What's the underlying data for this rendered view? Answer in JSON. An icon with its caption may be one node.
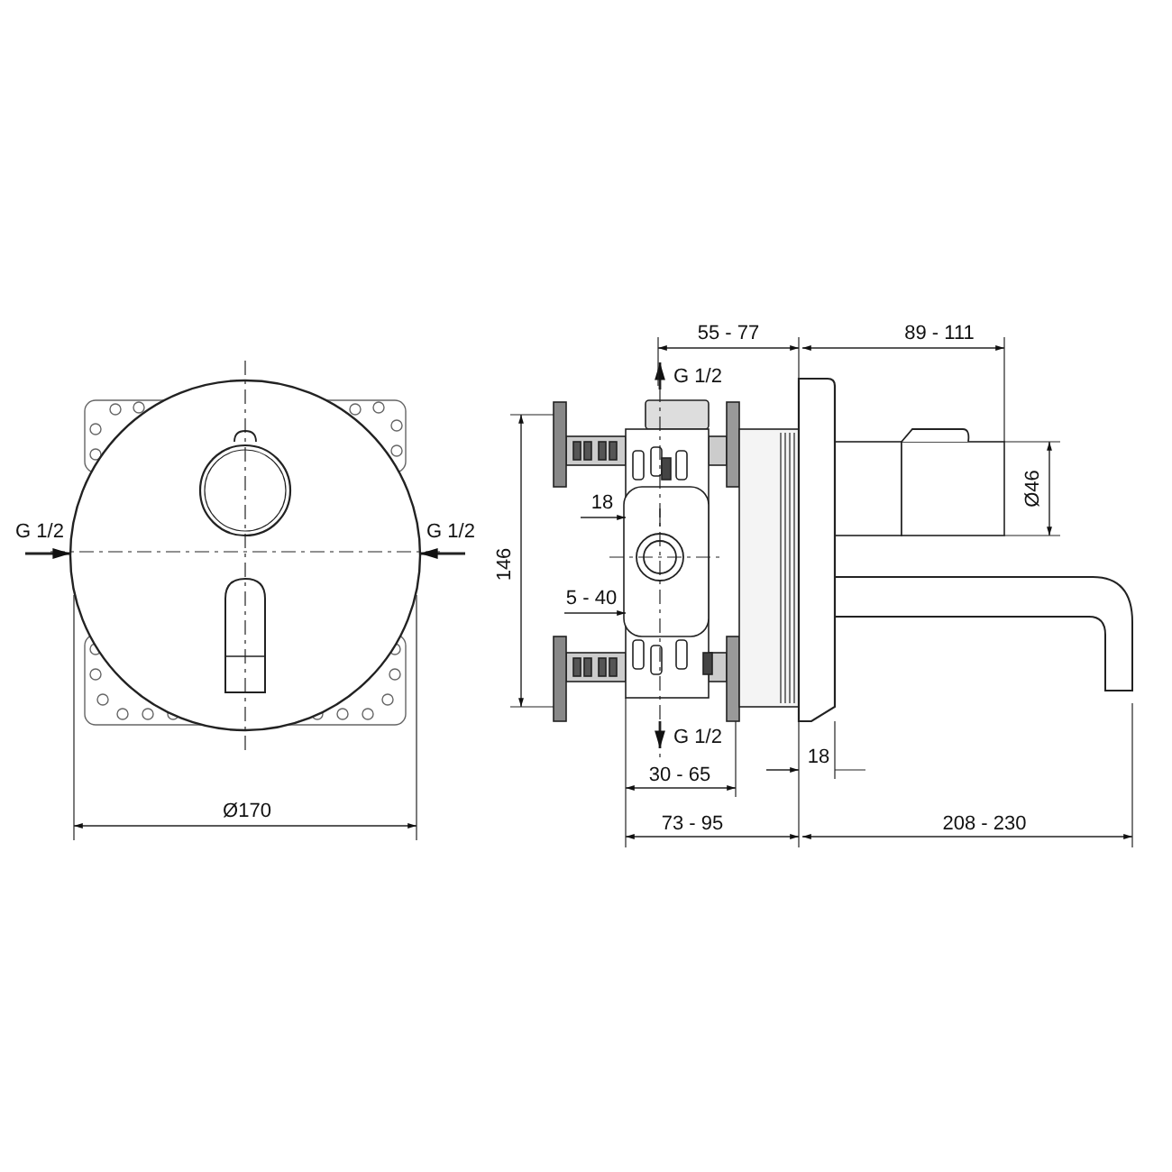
{
  "diagram": {
    "labels": [
      "55 - 77",
      "89 - 111",
      "G 1/2",
      "Ø46",
      "18",
      "G 1/2",
      "G 1/2",
      "146",
      "5 - 40",
      "G 1/2",
      "18",
      "30 - 65",
      "Ø170",
      "73 - 95",
      "208 - 230"
    ]
  }
}
